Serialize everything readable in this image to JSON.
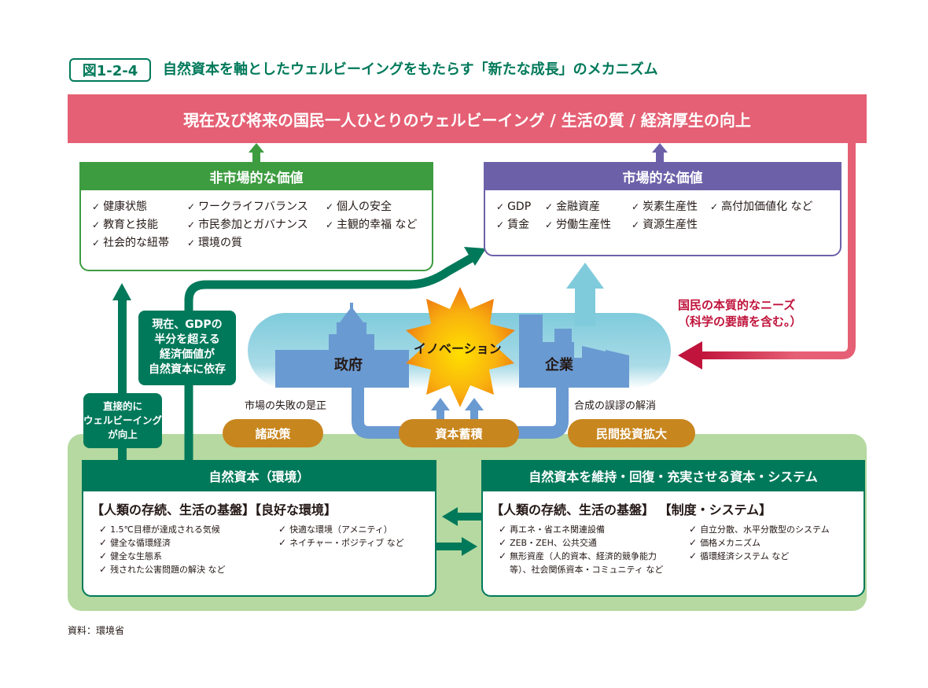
{
  "title": {
    "figure_label": "図1-2-4",
    "text": "自然資本を軸としたウェルビーイングをもたらす「新たな成長」のメカニズム"
  },
  "banner": "現在及び将来の国民一人ひとりのウェルビーイング / 生活の質 / 経済厚生の向上",
  "non_market": {
    "title": "非市場的な価値",
    "rows": [
      [
        "健康状態",
        "ワークライフバランス",
        "個人の安全"
      ],
      [
        "教育と技能",
        "市民参加とガバナンス",
        "主観的幸福 など"
      ],
      [
        "社会的な紐帯",
        "環境の質"
      ]
    ]
  },
  "market": {
    "title": "市場的な価値",
    "rows": [
      [
        "GDP",
        "金融資産",
        "炭素生産性",
        "高付加価値化 など"
      ],
      [
        "賃金",
        "労働生産性",
        "資源生産性"
      ]
    ]
  },
  "notes": {
    "gdp_dependency": [
      "現在、GDPの",
      "半分を超える",
      "経済価値が",
      "自然資本に依存"
    ],
    "direct_wellbeing": [
      "直接的に",
      "ウェルビーイング",
      "が向上"
    ]
  },
  "center": {
    "government": "政府",
    "innovation": "イノベーション",
    "company": "企業",
    "market_failure": "市場の失敗の是正",
    "fallacy_resolution": "合成の誤謬の解消"
  },
  "pills": [
    "諸政策",
    "資本蓄積",
    "民間投資拡大"
  ],
  "needs": [
    "国民の本質的なニーズ",
    "（科学の要請を含む。）"
  ],
  "natural_capital": {
    "title": "自然資本（環境）",
    "subtitle": "【人類の存続、生活の基盤】【良好な環境】",
    "col1": [
      "1.5℃目標が達成される気候",
      "健全な循環経済",
      "健全な生態系",
      "残された公害問題の解決 など"
    ],
    "col2": [
      "快適な環境（アメニティ）",
      "ネイチャー・ポジティブ など"
    ]
  },
  "systems": {
    "title": "自然資本を維持・回復・充実させる資本・システム",
    "subtitle": "【人類の存続、生活の基盤】 【制度・システム】",
    "col1": [
      "再エネ・省エネ関連設備",
      "ZEB・ZEH、公共交通",
      "無形資産（人的資本、経済的競争能力",
      "等）、社会関係資本・コミュニティ など"
    ],
    "col2": [
      "自立分散、水平分散型のシステム",
      "価格メカニズム",
      "循環経済システム など"
    ]
  },
  "source": "資料：環境省",
  "colors": {
    "banner": "#e56074",
    "non_market": "#3d9c40",
    "market": "#6c61a9",
    "dark_green": "#00795a",
    "panel": "#b5d9a0",
    "pill": "#c8861e",
    "needs": "#c0143c",
    "sky": "#7fcbdc",
    "building": "#6a9ad2"
  }
}
